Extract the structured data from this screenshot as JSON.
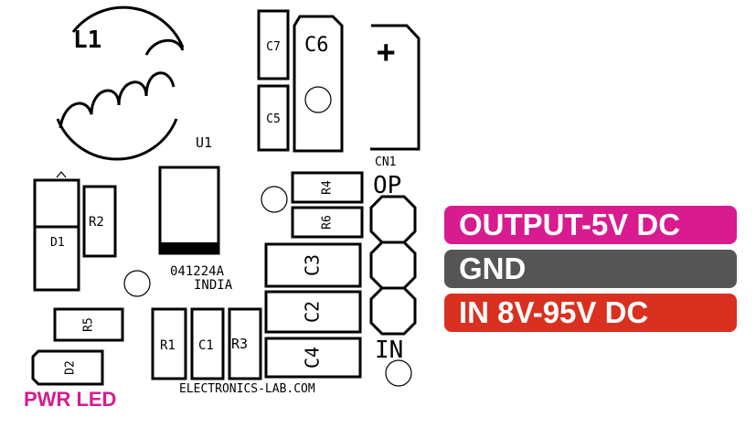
{
  "silkscreen": {
    "l1": "L1",
    "u1": "U1",
    "c7": "C7",
    "c5": "C5",
    "c6": "C6",
    "plus": "+",
    "cn1": "CN1",
    "op": "OP",
    "in": "IN",
    "r2": "R2",
    "d1": "D1",
    "r4": "R4",
    "r6": "R6",
    "c3": "C3",
    "c2": "C2",
    "c4": "C4",
    "date_code": "041224A",
    "country": "INDIA",
    "r5": "R5",
    "d2": "D2",
    "r1": "R1",
    "c1": "C1",
    "r3": "R3",
    "website": "ELECTRONICS-LAB.COM"
  },
  "pin_labels": [
    {
      "text": "OUTPUT-5V DC",
      "color": "#d81b8f"
    },
    {
      "text": "GND",
      "color": "#555555"
    },
    {
      "text": "IN 8V-95V DC",
      "color": "#d9301f"
    }
  ],
  "pwr_led": {
    "text": "PWR LED",
    "color": "#d81b8f"
  }
}
